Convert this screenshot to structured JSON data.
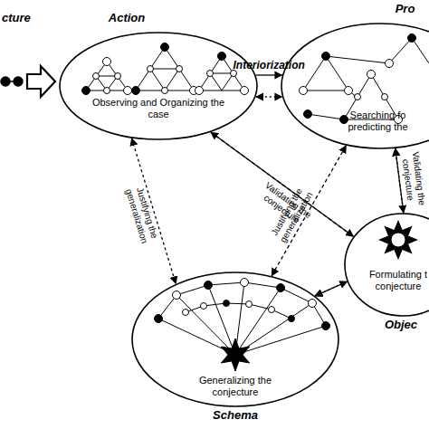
{
  "diagram": {
    "nodes": [
      {
        "text": [
          "Action",
          "Observing and Organizing the case"
        ]
      },
      {
        "text": [
          "Pro",
          "Searching fo predicting the"
        ]
      },
      {
        "text": [
          "Formulating t conjecture",
          "Objec"
        ]
      },
      {
        "text": [
          "Generalizing the conjecture",
          "Schema"
        ]
      }
    ],
    "edges": [
      {
        "from": 0,
        "to": 1,
        "label": "Interiorization",
        "arrow": "to"
      },
      {
        "from": 0,
        "to": 1,
        "arrow": "both"
      },
      {
        "from": 0,
        "to": 3,
        "label": "Justifying the generalization",
        "arrow": "both"
      },
      {
        "from": 2,
        "to": 0,
        "label": "Validating the conjecture",
        "arrow": "to"
      },
      {
        "from": 0,
        "to": 2,
        "arrow": "to"
      },
      {
        "from": 3,
        "to": 1,
        "label": "Justifying the generalization",
        "arrow": "both"
      },
      {
        "from": 2,
        "to": 1,
        "label": "Validating the conjecture",
        "arrow": "to"
      },
      {
        "from": 1,
        "to": 2,
        "arrow": "both"
      },
      {
        "from": 3,
        "to": 2,
        "arrow": "both"
      },
      {
        "from": 2,
        "to": 3,
        "arrow": "to"
      }
    ],
    "labels": [
      "cture"
    ]
  }
}
